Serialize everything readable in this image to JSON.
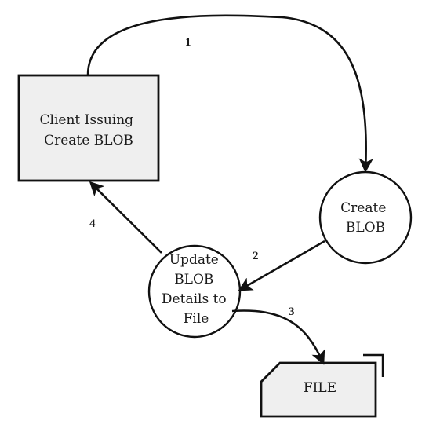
{
  "nodes": {
    "client": {
      "lines": [
        "Client Issuing",
        "Create BLOB"
      ]
    },
    "create_blob": {
      "lines": [
        "Create",
        "BLOB"
      ]
    },
    "update_blob": {
      "lines": [
        "Update",
        "BLOB",
        "Details to",
        "File"
      ]
    },
    "file": {
      "label": "FILE"
    }
  },
  "edges": {
    "e1": {
      "label": "1"
    },
    "e2": {
      "label": "2"
    },
    "e3": {
      "label": "3"
    },
    "e4": {
      "label": "4"
    }
  }
}
